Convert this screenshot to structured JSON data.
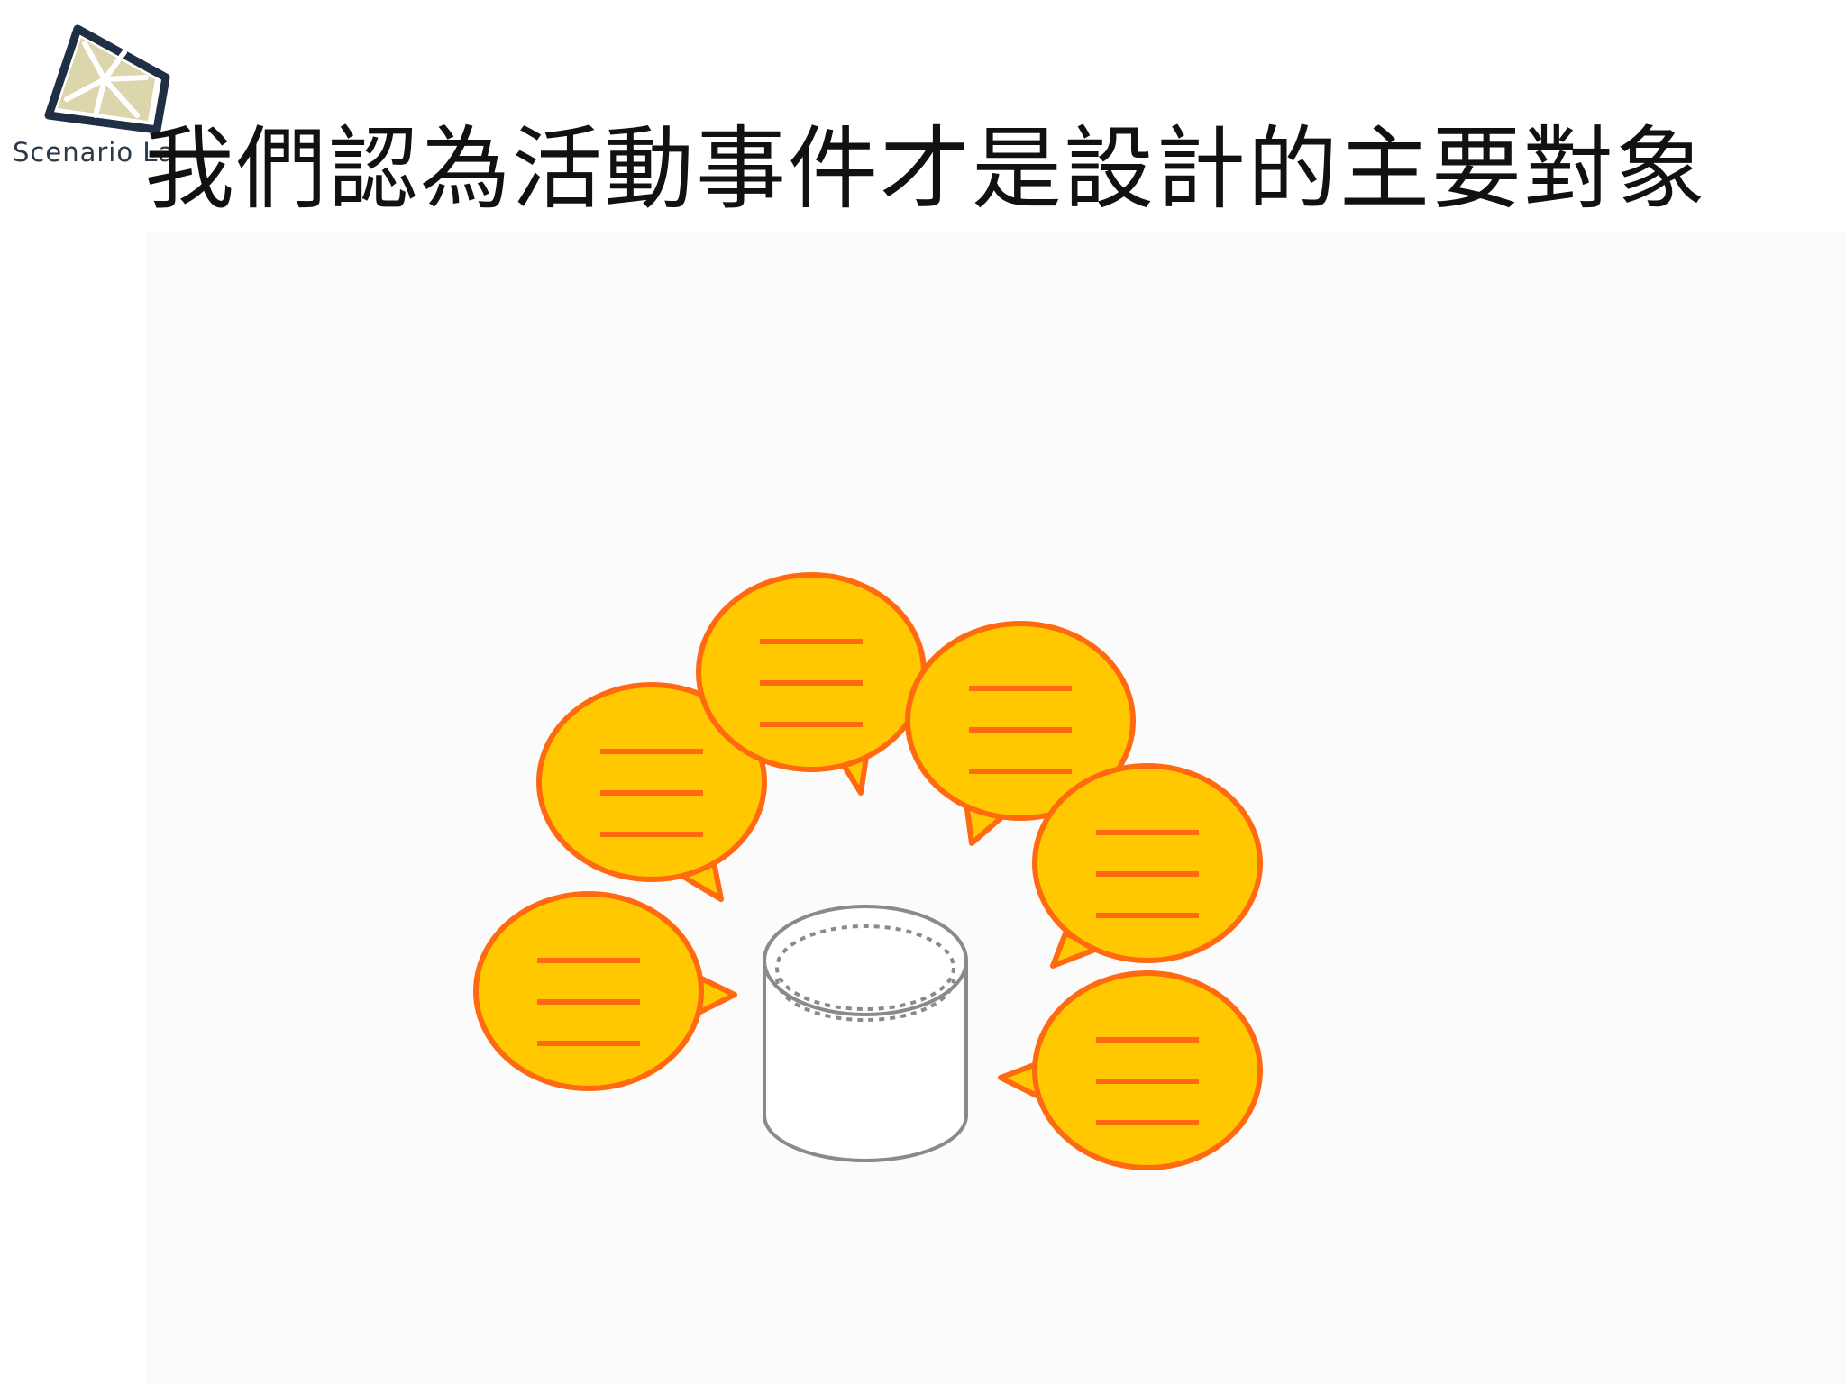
{
  "logo": {
    "text": "Scenario La"
  },
  "title": "我們認為活動事件才是設計的主要對象",
  "colors": {
    "bubble_fill": "#ffc800",
    "bubble_stroke": "#ff6a10",
    "cylinder_stroke": "#8a8a8a",
    "logo_accent": "#d8d2a8"
  },
  "diagram": {
    "center": "database-cylinder",
    "bubbles": 6
  }
}
